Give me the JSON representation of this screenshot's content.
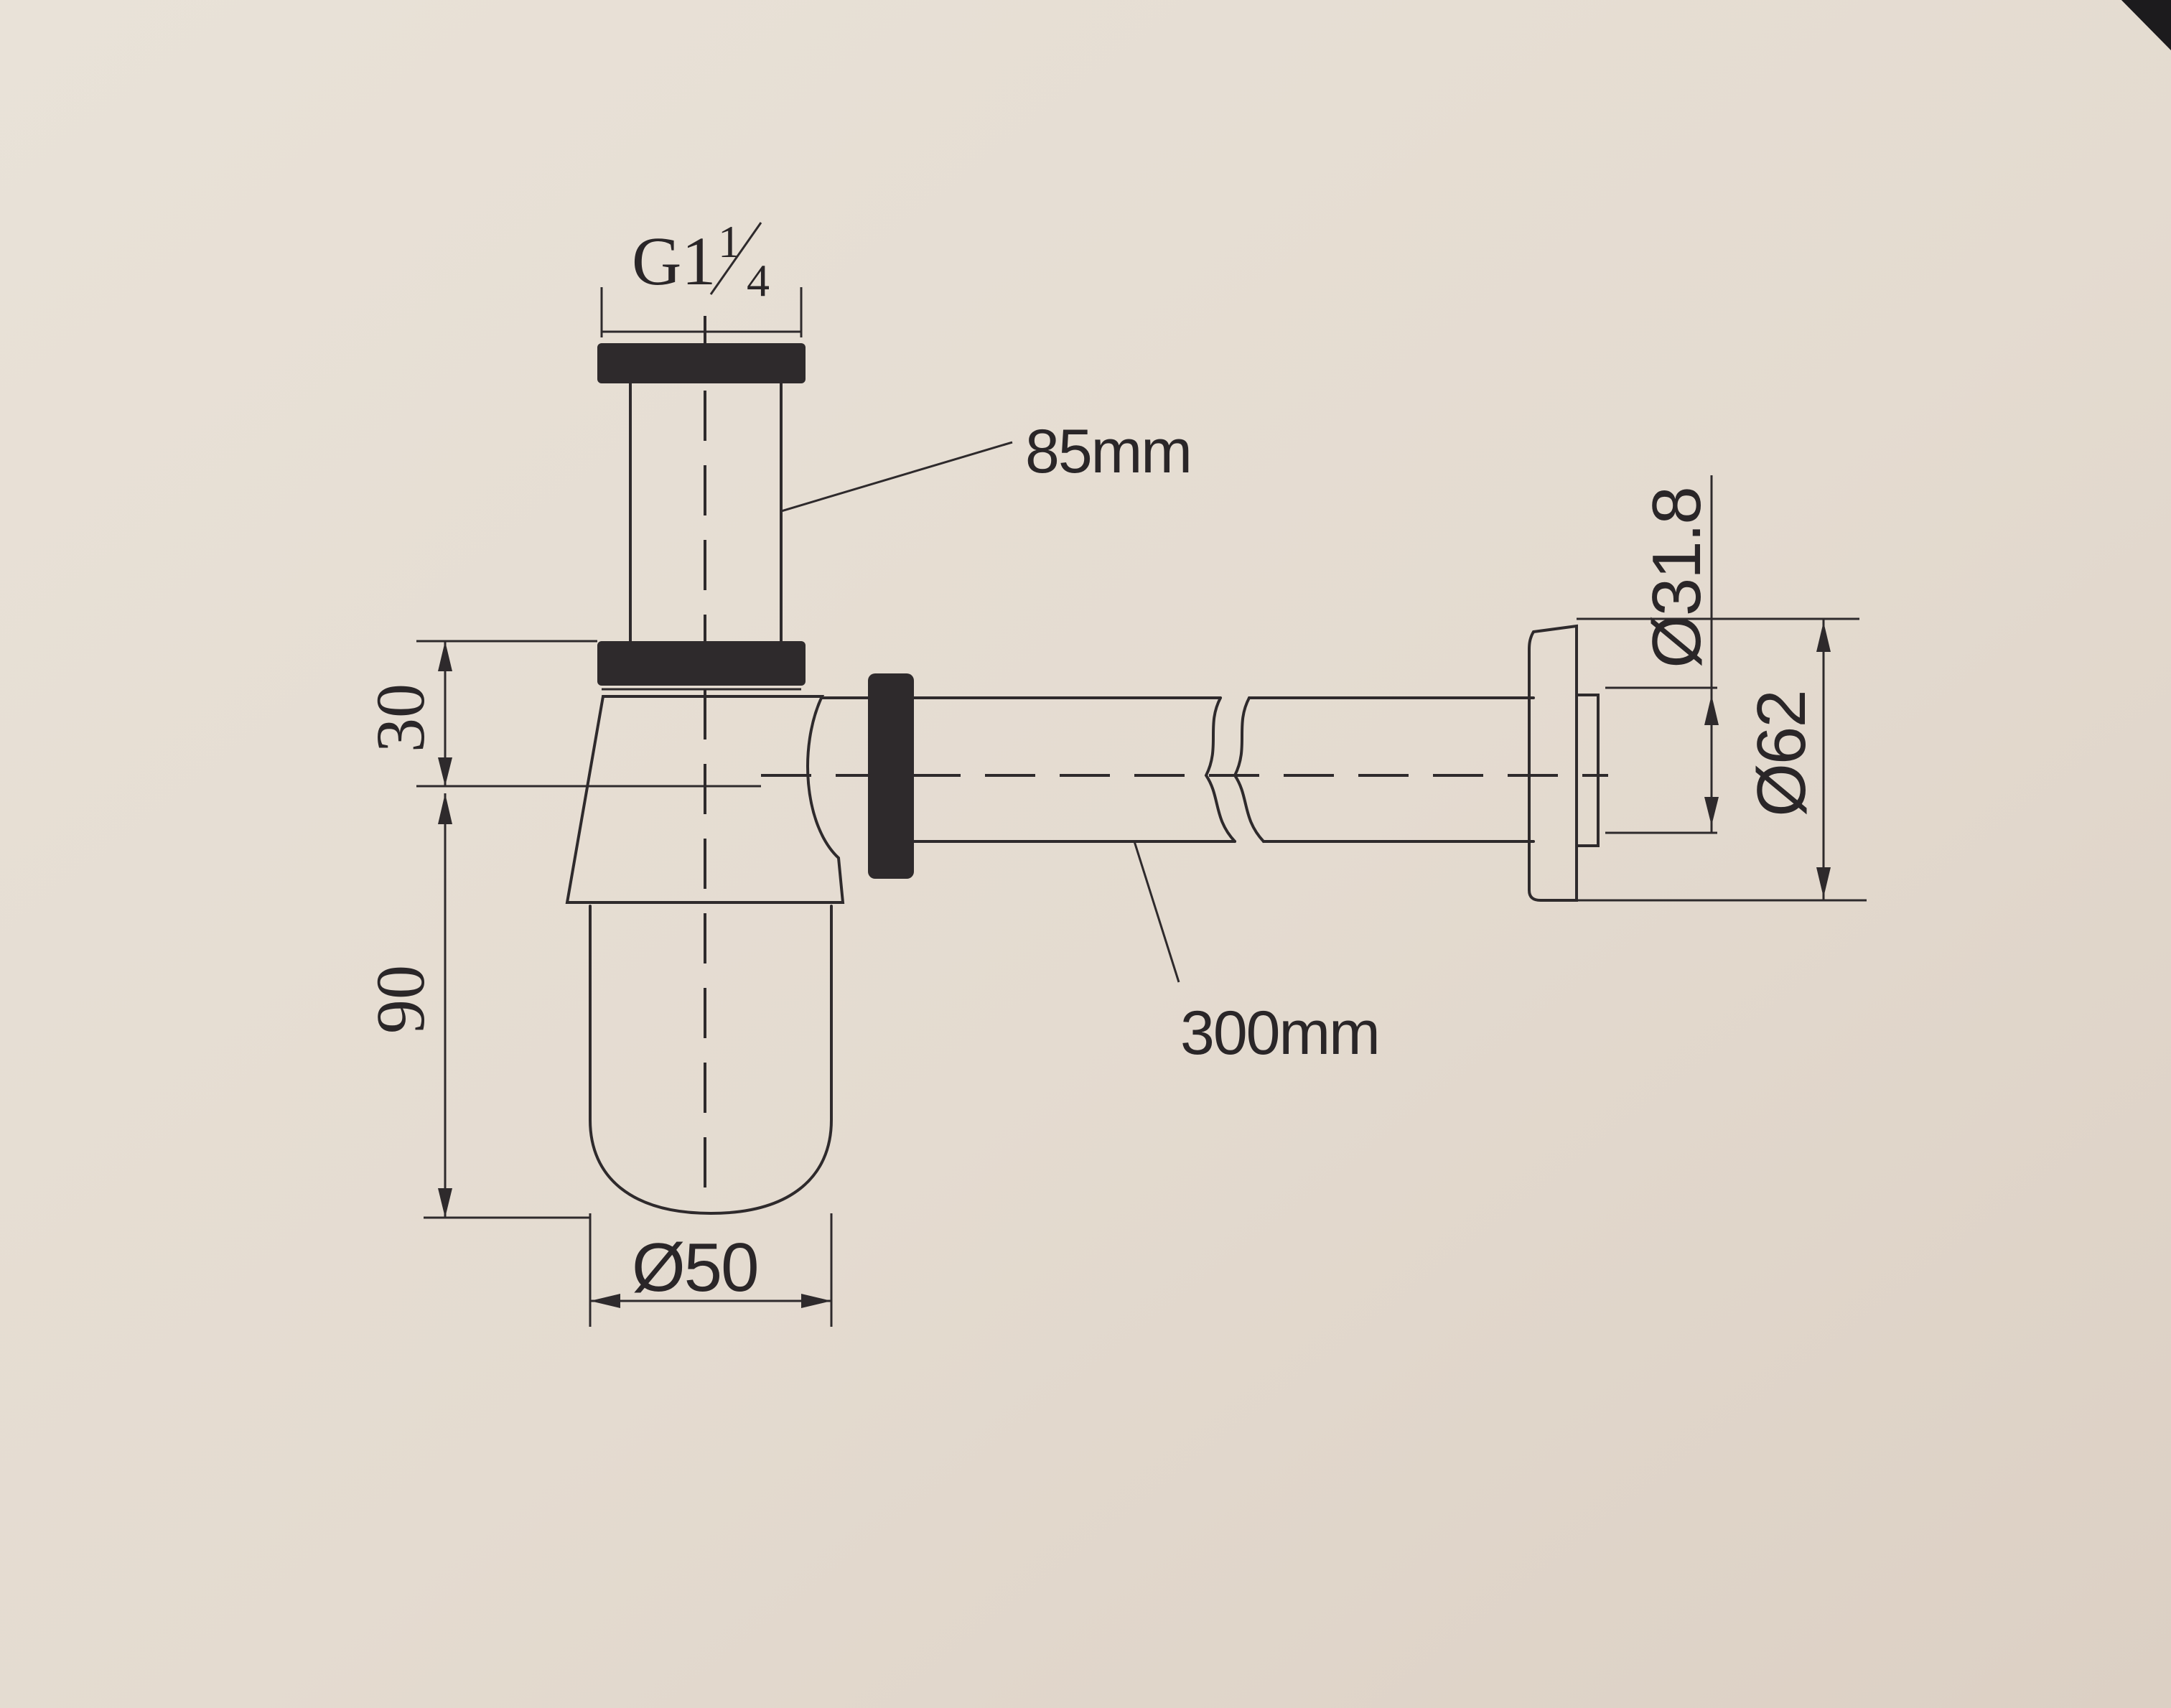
{
  "labels": {
    "thread": "G1¼",
    "thread_main": "G1",
    "thread_fraction_num": "1",
    "thread_fraction_den": "4",
    "tube_length": "85mm",
    "pipe_length": "300mm",
    "height_upper": "30",
    "height_lower": "90",
    "bottle_diameter": "Ø50",
    "pipe_diameter": "Ø31.8",
    "flange_diameter": "Ø62"
  },
  "colors": {
    "paper": "#e6ddd3",
    "ink": "#2e2a2c",
    "background": "#1c1b1d"
  }
}
